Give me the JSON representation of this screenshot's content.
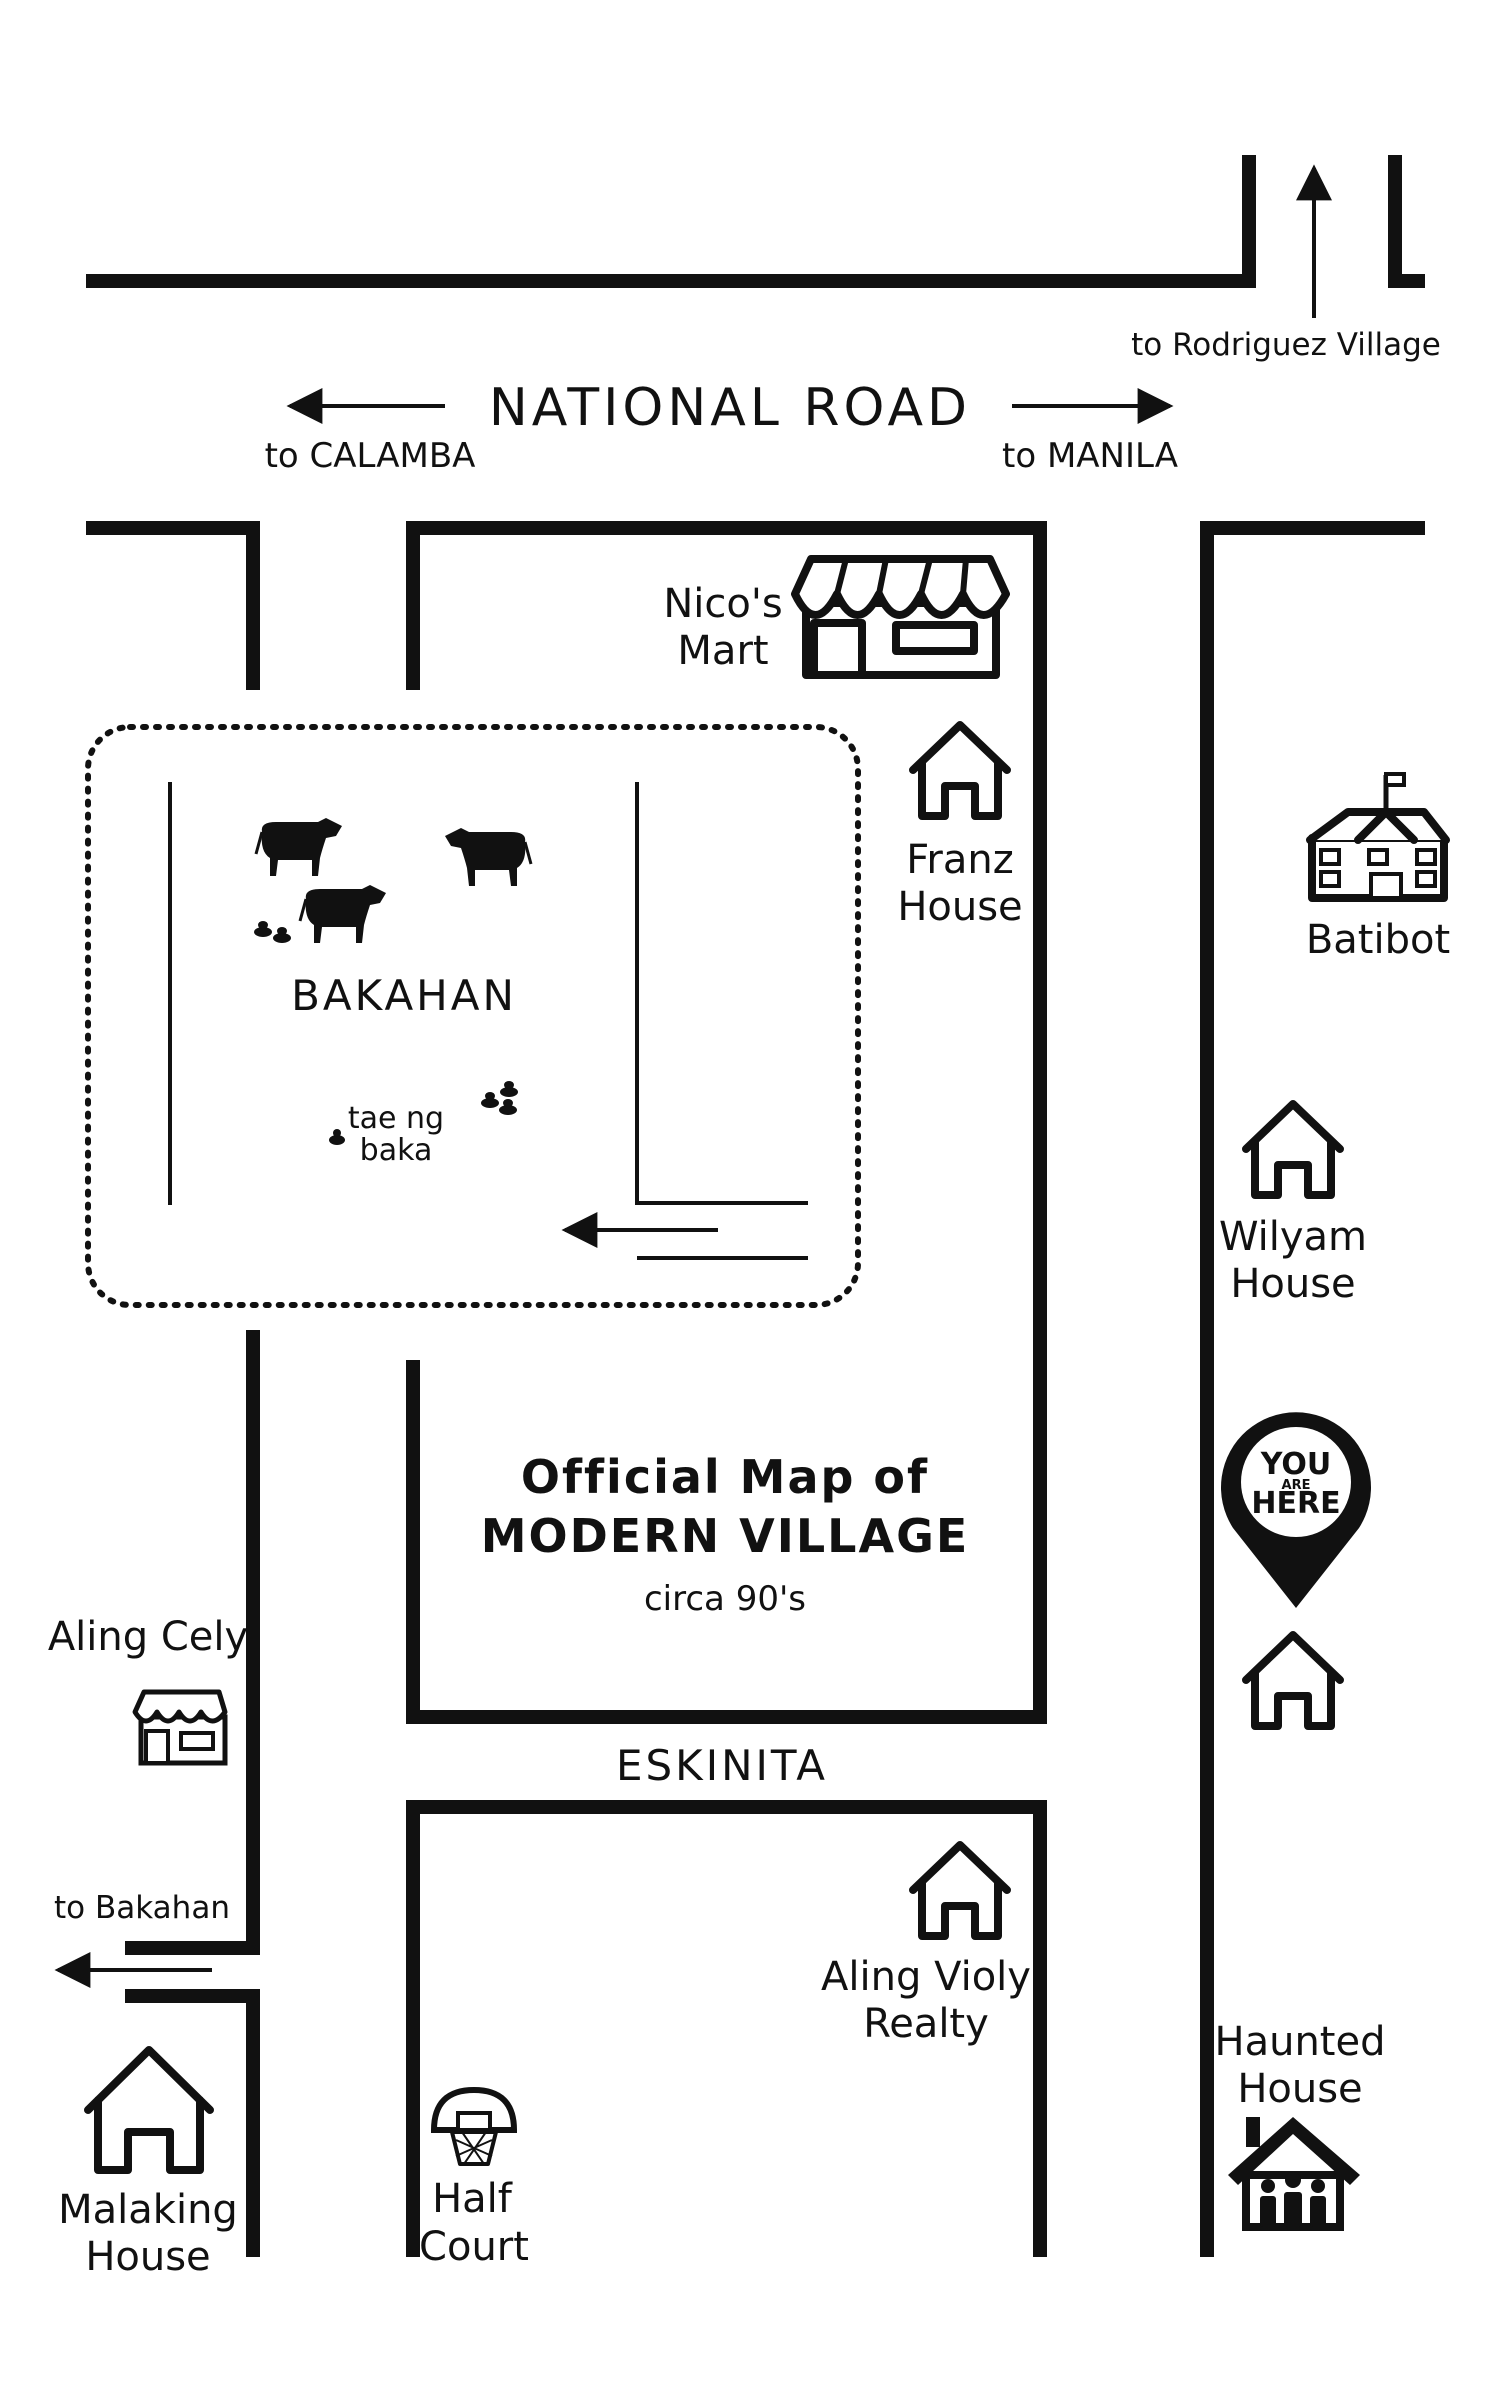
{
  "map": {
    "title_line1": "Official Map of",
    "title_line2": "MODERN VILLAGE",
    "subtitle": "circa 90's"
  },
  "roads": {
    "national_road": "NATIONAL ROAD",
    "to_calamba": "to CALAMBA",
    "to_manila": "to MANILA",
    "to_rodriguez": "to Rodriguez Village",
    "eskinita": "ESKINITA",
    "to_bakahan": "to Bakahan"
  },
  "places": {
    "bakahan": "BAKAHAN",
    "tae_line1": "tae ng",
    "tae_line2": "baka",
    "nicos_line1": "Nico's",
    "nicos_line2": "Mart",
    "franz_line1": "Franz",
    "franz_line2": "House",
    "batibot": "Batibot",
    "wilyam_line1": "Wilyam",
    "wilyam_line2": "House",
    "aling_cely": "Aling Cely",
    "aling_violy_line1": "Aling Violy",
    "aling_violy_line2": "Realty",
    "haunted_line1": "Haunted",
    "haunted_line2": "House",
    "malaking_line1": "Malaking",
    "malaking_line2": "House",
    "half_court_line1": "Half",
    "half_court_line2": "Court"
  },
  "marker": {
    "line1": "YOU",
    "line2": "ARE",
    "line3": "HERE"
  },
  "icons": [
    "house-icon",
    "store-icon",
    "school-icon",
    "cow-icon",
    "dung-icon",
    "location-pin-icon",
    "basketball-hoop-icon",
    "haunted-house-icon",
    "arrow-icon"
  ],
  "colors": {
    "ink": "#111111",
    "background": "#ffffff"
  }
}
